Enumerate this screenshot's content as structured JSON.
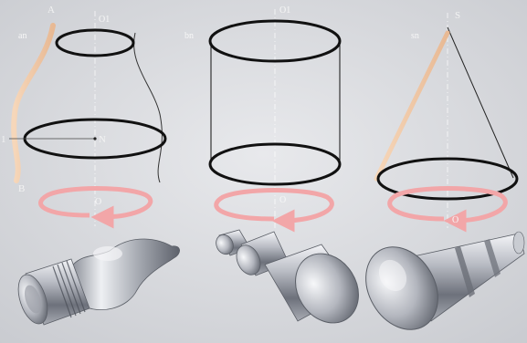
{
  "labels": {
    "fig1_point_a": "A",
    "fig1_generatrix": "an",
    "fig1_axis_top": "O1",
    "fig1_point_1": "1",
    "fig1_point_n": "N",
    "fig1_point_b": "B",
    "fig1_point_o": "O",
    "fig2_generatrix": "bn",
    "fig2_axis_top": "O1",
    "fig2_point_o": "O",
    "fig3_generatrix": "sn",
    "fig3_apex": "S",
    "fig3_point_o": "O"
  },
  "colors": {
    "background": "#d9dadd",
    "outline": "#111111",
    "generatrix": "#f3c9a5",
    "rotation_arrow": "#f2a6a8",
    "metal": "#8a8d95"
  }
}
